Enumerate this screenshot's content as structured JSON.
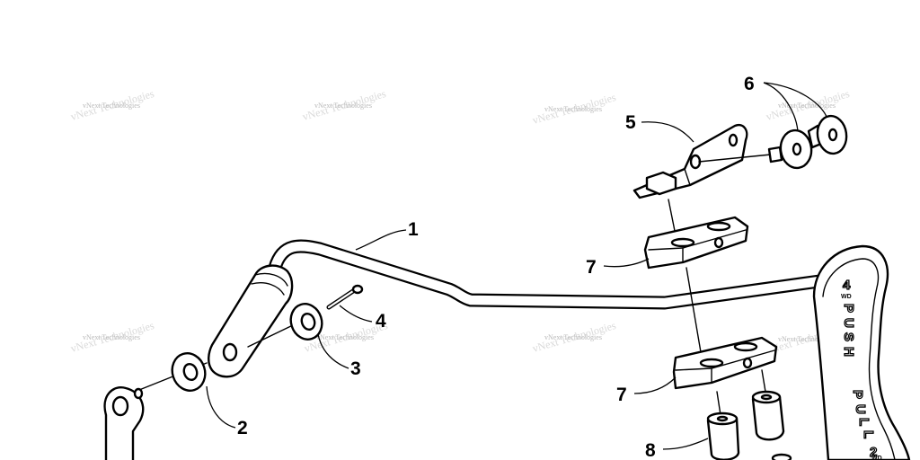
{
  "watermark": "vNext Technologies",
  "callouts": [
    "1",
    "2",
    "3",
    "4",
    "5",
    "6",
    "7",
    "7",
    "8"
  ],
  "knob": {
    "four": "4",
    "wd_top": "WD",
    "push": [
      "P",
      "U",
      "S",
      "H"
    ],
    "pull": [
      "P",
      "U",
      "L",
      "L"
    ],
    "two": "2",
    "wd_bottom": "WD"
  }
}
